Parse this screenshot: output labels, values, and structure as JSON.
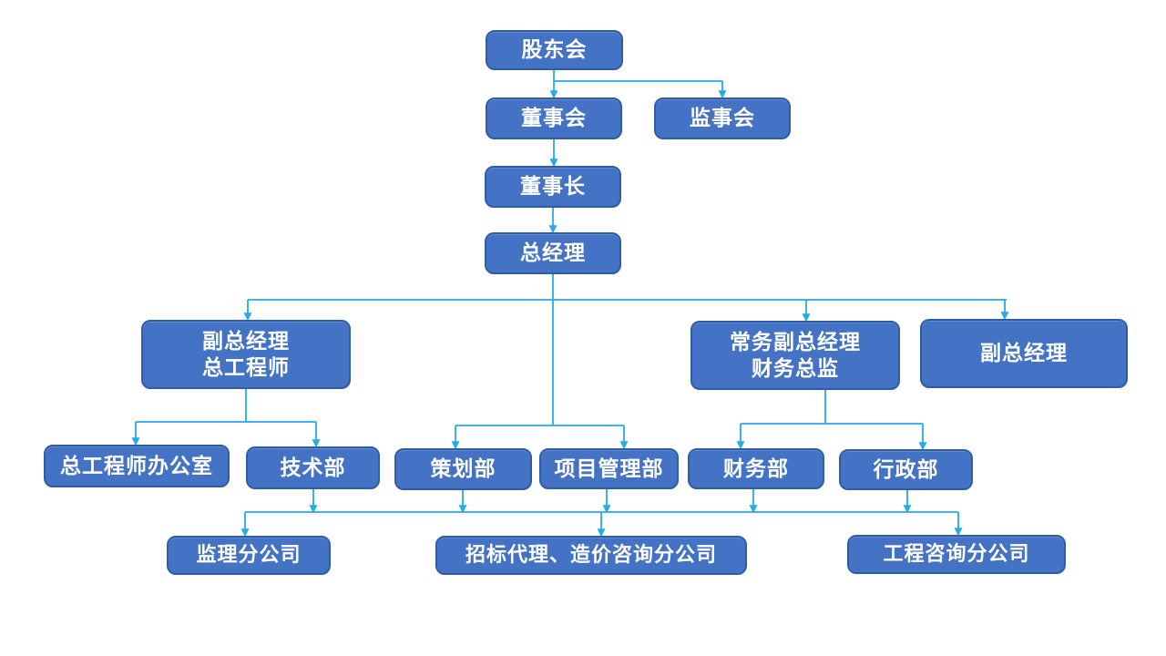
{
  "page": {
    "background": "#FFFFFF"
  },
  "diagram": {
    "type": "org-chart",
    "colors": {
      "node_fill": "#4472C4",
      "node_border": "#2E5DA6",
      "node_text": "#FFFFFF",
      "connector": "#22ACE8"
    },
    "nodes": {
      "shareholders": {
        "label": "股东会"
      },
      "board_of_directors": {
        "label": "董事会"
      },
      "board_of_supervisors": {
        "label": "监事会"
      },
      "chairman": {
        "label": "董事长"
      },
      "general_manager": {
        "label": "总经理"
      },
      "deputy_gm_chief_engineer": {
        "label": "副总经理\n总工程师"
      },
      "executive_deputy_gm_cfo": {
        "label": "常务副总经理\n财务总监"
      },
      "deputy_gm": {
        "label": "副总经理"
      },
      "chief_engineer_office": {
        "label": "总工程师办公室"
      },
      "technology_dept": {
        "label": "技术部"
      },
      "planning_dept": {
        "label": "策划部"
      },
      "project_management_dept": {
        "label": "项目管理部"
      },
      "finance_dept": {
        "label": "财务部"
      },
      "admin_dept": {
        "label": "行政部"
      },
      "supervision_branch": {
        "label": "监理分公司"
      },
      "bidding_cost_consulting_branch": {
        "label": "招标代理、造价咨询分公司"
      },
      "engineering_consulting_branch": {
        "label": "工程咨询分公司"
      }
    },
    "edges": [
      {
        "from": "shareholders",
        "to": "board_of_directors"
      },
      {
        "from": "shareholders",
        "to": "board_of_supervisors"
      },
      {
        "from": "board_of_directors",
        "to": "chairman"
      },
      {
        "from": "chairman",
        "to": "general_manager"
      },
      {
        "from": "general_manager",
        "to": "deputy_gm_chief_engineer"
      },
      {
        "from": "general_manager",
        "to": "executive_deputy_gm_cfo"
      },
      {
        "from": "general_manager",
        "to": "deputy_gm"
      },
      {
        "from": "general_manager",
        "to": "planning_dept"
      },
      {
        "from": "general_manager",
        "to": "project_management_dept"
      },
      {
        "from": "deputy_gm_chief_engineer",
        "to": "chief_engineer_office"
      },
      {
        "from": "deputy_gm_chief_engineer",
        "to": "technology_dept"
      },
      {
        "from": "executive_deputy_gm_cfo",
        "to": "finance_dept"
      },
      {
        "from": "executive_deputy_gm_cfo",
        "to": "admin_dept"
      },
      {
        "from": [
          "technology_dept",
          "planning_dept",
          "project_management_dept",
          "finance_dept",
          "admin_dept"
        ],
        "to": [
          "supervision_branch",
          "bidding_cost_consulting_branch",
          "engineering_consulting_branch"
        ],
        "via": "shared_bus"
      }
    ]
  }
}
